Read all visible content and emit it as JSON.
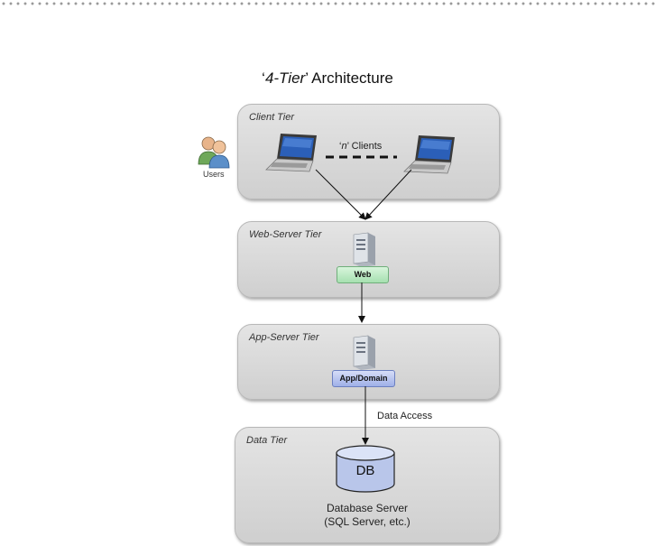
{
  "title": {
    "prefix": "‘",
    "emph": "4-Tier",
    "suffix": "’ Architecture"
  },
  "users": {
    "label": "Users",
    "icon": "users-icon"
  },
  "tiers": {
    "client": {
      "label": "Client Tier",
      "clients_prefix": "‘",
      "clients_emph": "n",
      "clients_suffix": "’ Clients"
    },
    "web": {
      "label": "Web-Server Tier",
      "badge": "Web"
    },
    "app": {
      "label": "App-Server Tier",
      "badge": "App/Domain"
    },
    "data": {
      "label": "Data Tier",
      "db": "DB",
      "server_line1": "Database Server",
      "server_line2": "(SQL Server, etc.)"
    }
  },
  "connections": {
    "data_access": "Data Access"
  },
  "colors": {
    "tier_bg": "#d9d9d9",
    "web_badge": "#a6e0b0",
    "app_badge": "#9fb0e8",
    "db": "#b9c6ea"
  }
}
